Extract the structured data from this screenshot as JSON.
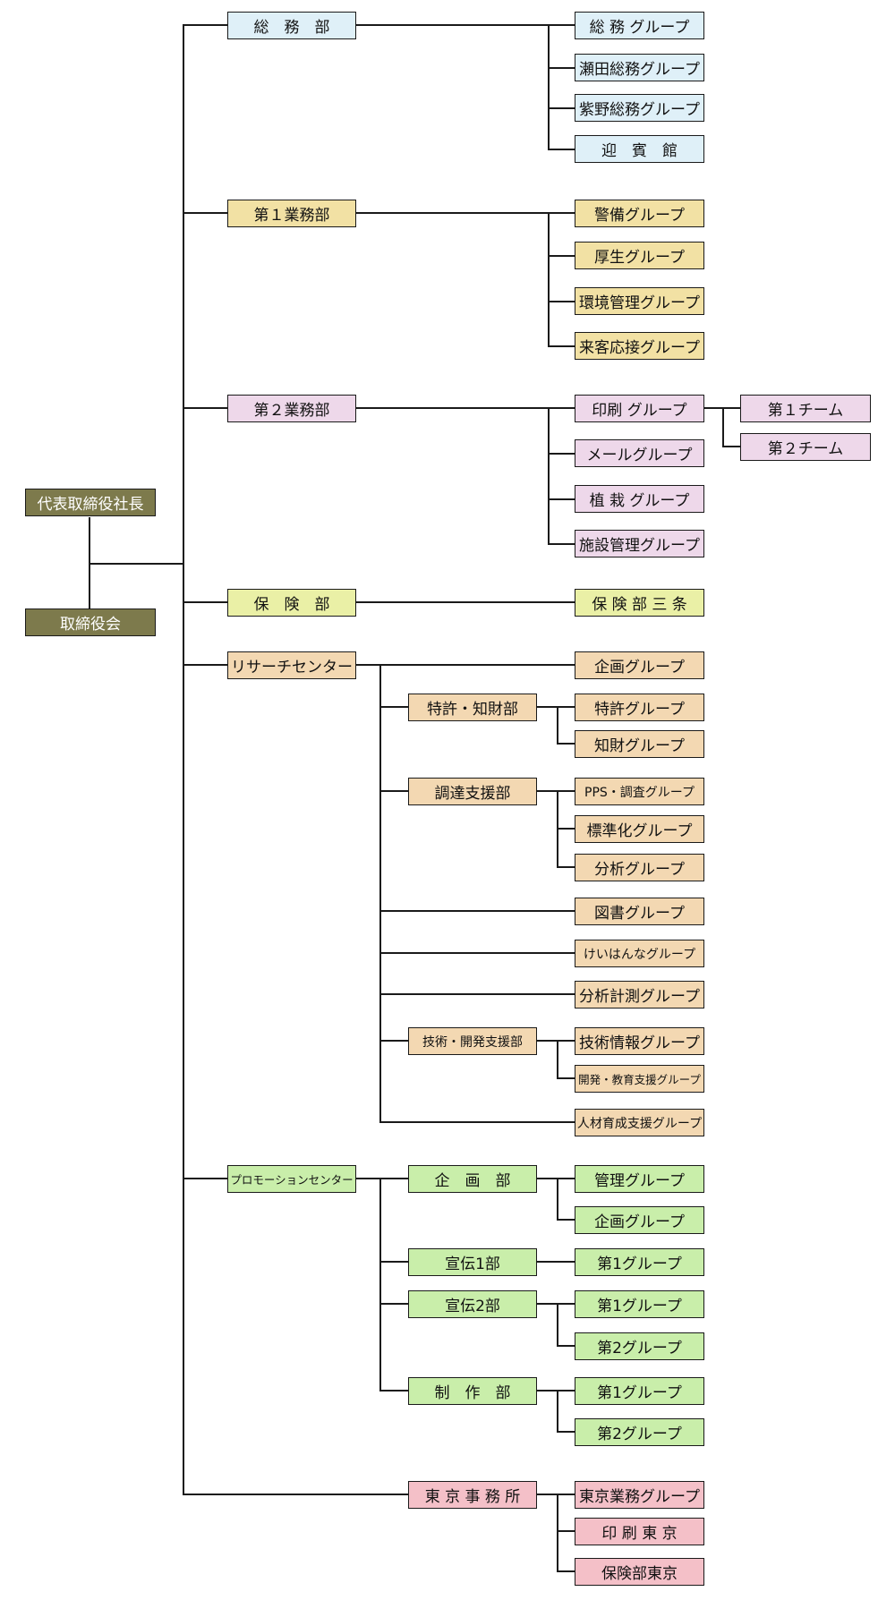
{
  "colors": {
    "exec": "#7d7a4c",
    "soumu": "#dff0f8",
    "gyomu1": "#f2e1a4",
    "gyomu2": "#eed8ea",
    "hoken": "#eaf0a6",
    "research": "#f3d8b2",
    "promo": "#c9eeaa",
    "tokyo": "#f4c0c8"
  },
  "executives": {
    "president": "代表取締役社長",
    "board": "取締役会"
  },
  "soumu": {
    "dept": "総　務　部",
    "groups": [
      "総 務 グループ",
      "瀬田総務グループ",
      "紫野総務グループ",
      "迎　賓　館"
    ]
  },
  "gyomu1": {
    "dept": "第１業務部",
    "groups": [
      "警備グループ",
      "厚生グループ",
      "環境管理グループ",
      "来客応接グループ"
    ]
  },
  "gyomu2": {
    "dept": "第２業務部",
    "groups": [
      "印刷 グループ",
      "メールグループ",
      "植 栽 グループ",
      "施設管理グループ"
    ],
    "teams": [
      "第１チーム",
      "第２チーム"
    ]
  },
  "hoken": {
    "dept": "保　険　部",
    "groups": [
      "保 険 部 三 条"
    ]
  },
  "research": {
    "dept": "リサーチセンター",
    "kikaku_group": "企画グループ",
    "tokkyo": {
      "dept": "特許・知財部",
      "groups": [
        "特許グループ",
        "知財グループ"
      ]
    },
    "chotatsu": {
      "dept": "調達支援部",
      "groups": [
        "PPS・調査グループ",
        "標準化グループ",
        "分析グループ"
      ]
    },
    "tosho_group": "図書グループ",
    "keihanna_group": "けいはんなグループ",
    "bunseki_group": "分析計測グループ",
    "gijutsu": {
      "dept": "技術・開発支援部",
      "groups": [
        "技術情報グループ",
        "開発・教育支援グループ"
      ]
    },
    "jinzai_group": "人材育成支援グループ"
  },
  "promo": {
    "dept": "プロモーションセンター",
    "kikaku": {
      "dept": "企　画　部",
      "groups": [
        "管理グループ",
        "企画グループ"
      ]
    },
    "senden1": {
      "dept": "宣伝1部",
      "groups": [
        "第1グループ"
      ]
    },
    "senden2": {
      "dept": "宣伝2部",
      "groups": [
        "第1グループ",
        "第2グループ"
      ]
    },
    "seisaku": {
      "dept": "制　作　部",
      "groups": [
        "第1グループ",
        "第2グループ"
      ]
    }
  },
  "tokyo": {
    "dept": "東 京 事 務 所",
    "groups": [
      "東京業務グループ",
      "印 刷 東 京",
      "保険部東京"
    ]
  }
}
